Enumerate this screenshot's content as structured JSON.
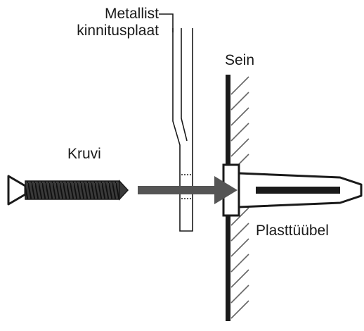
{
  "labels": {
    "plate_line1": "Metallist",
    "plate_line2": "kinnitusplaat",
    "wall": "Sein",
    "screw": "Kruvi",
    "anchor": "Plasttüübel"
  },
  "colors": {
    "ink": "#1a1a1a",
    "arrow": "#555555",
    "hatch": "#666666",
    "background": "#ffffff"
  }
}
